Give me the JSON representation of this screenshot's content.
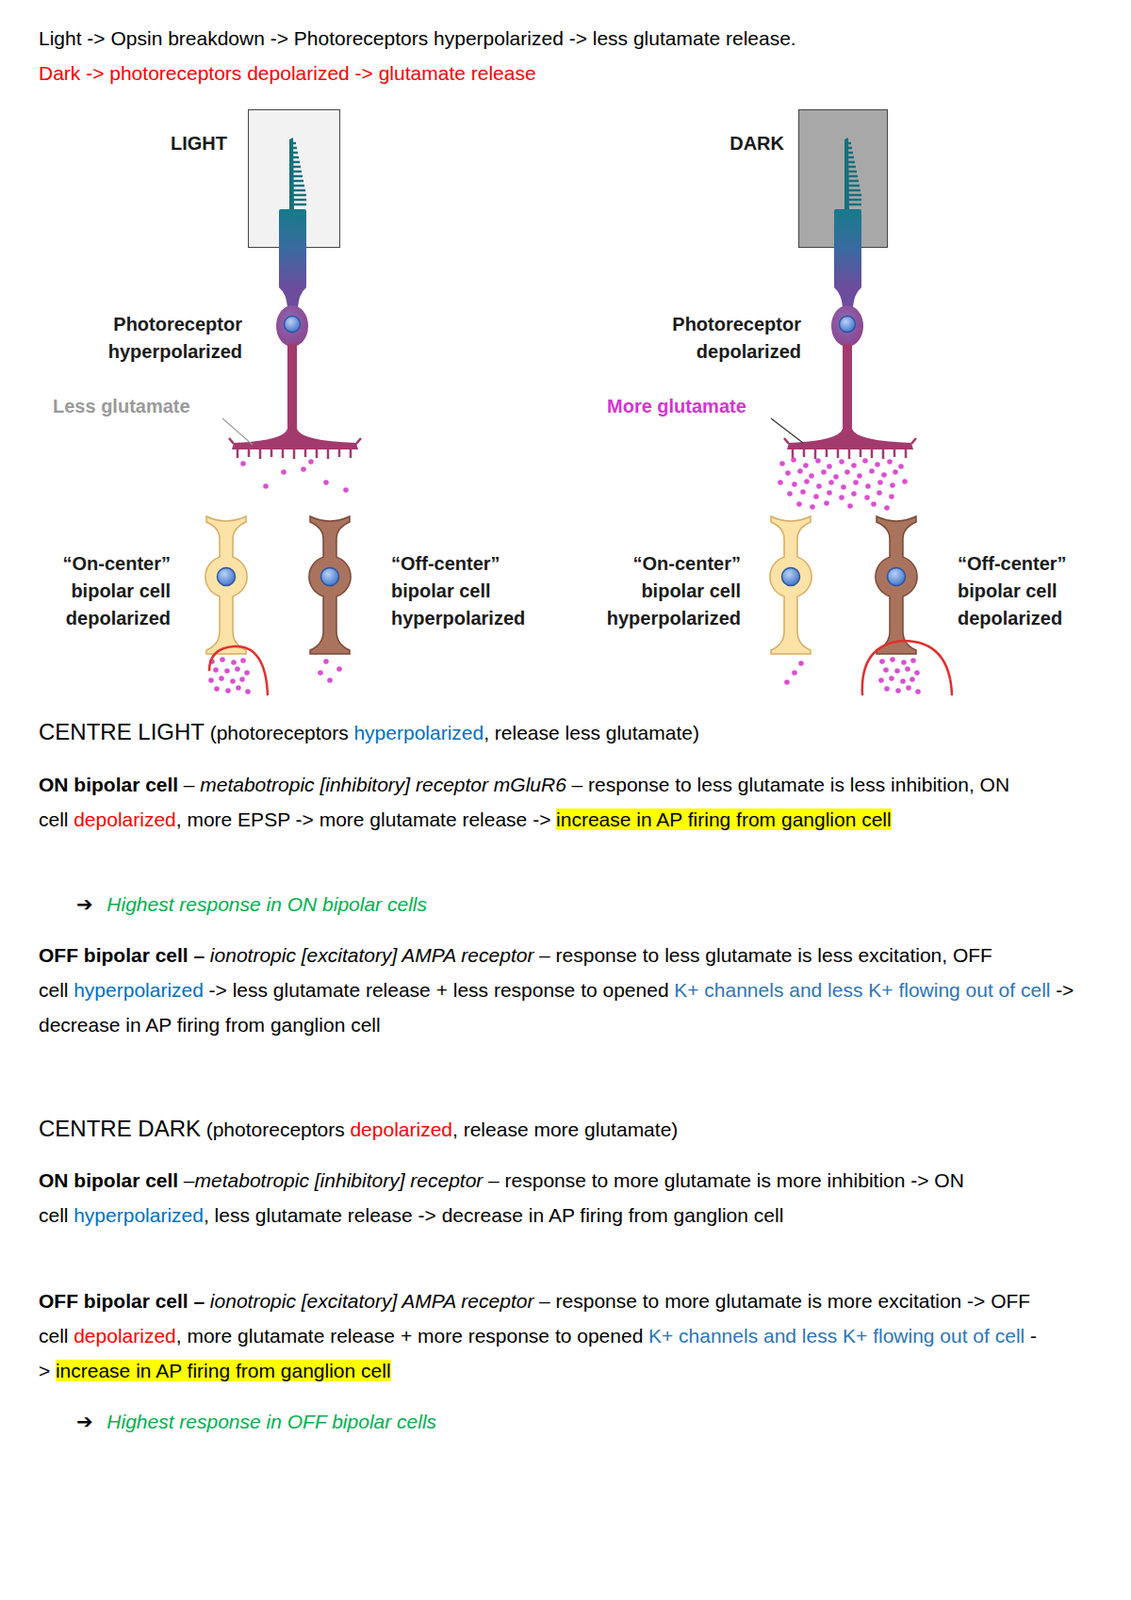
{
  "diagram": {
    "nodes": [
      {
        "text": [
          "LIGHT"
        ]
      },
      {
        "text": [
          "Photoreceptor hyperpolarized"
        ]
      },
      {
        "text": [
          "“On-center” bipolar cell depolarized"
        ]
      },
      {
        "text": [
          "“Off-center” bipolar cell hyperpolarized"
        ]
      },
      {
        "text": [
          "DARK"
        ]
      },
      {
        "text": [
          "Photoreceptor depolarized"
        ]
      },
      {
        "text": [
          "“On-center” bipolar cell hyperpolarized"
        ]
      },
      {
        "text": [
          "“Off-center” bipolar cell depolarized"
        ]
      }
    ],
    "labels": [
      "Light -> Opsin breakdown -> Photoreceptors hyperpolarized -> less glutamate release.",
      "Dark -> photoreceptors depolarized -> glutamate release",
      "Less glutamate",
      "More glutamate",
      "CENTRE LIGHT",
      "(photoreceptors",
      "hyperpolarized",
      ", release less glutamate)",
      "ON bipolar cell",
      "–",
      "metabotropic [inhibitory] receptor mGluR6",
      "– response to less glutamate is less inhibition, ON cell",
      "depolarized",
      ", more EPSP -> more glutamate release ->",
      "increase in AP firing from ganglion cell",
      "➔",
      "Highest response in ON bipolar cells",
      "OFF bipolar cell –",
      "ionotropic [excitatory] AMPA receptor",
      "– response to less glutamate is less excitation, OFF cell",
      "hyperpolarized",
      "-> less glutamate release + less response to opened",
      "K+ channels and less K+ flowing out of cell",
      "-> decrease in AP firing from ganglion cell",
      "CENTRE DARK",
      "(photoreceptors",
      "depolarized",
      ", release more glutamate)",
      "ON bipolar cell",
      "–",
      "metabotropic [inhibitory] receptor",
      "– response to more glutamate is more inhibition -> ON cell",
      "hyperpolarized",
      ", less glutamate release -> decrease in AP firing from ganglion cell",
      "OFF bipolar cell –",
      "ionotropic [excitatory] AMPA receptor",
      "– response to more glutamate is more excitation -> OFF cell",
      "depolarized",
      ", more glutamate release + more response to opened",
      "K+ channels and less K+ flowing out of cell",
      "->",
      "increase in AP firing from ganglion cell",
      "➔",
      "Highest response in OFF bipolar cells"
    ]
  }
}
